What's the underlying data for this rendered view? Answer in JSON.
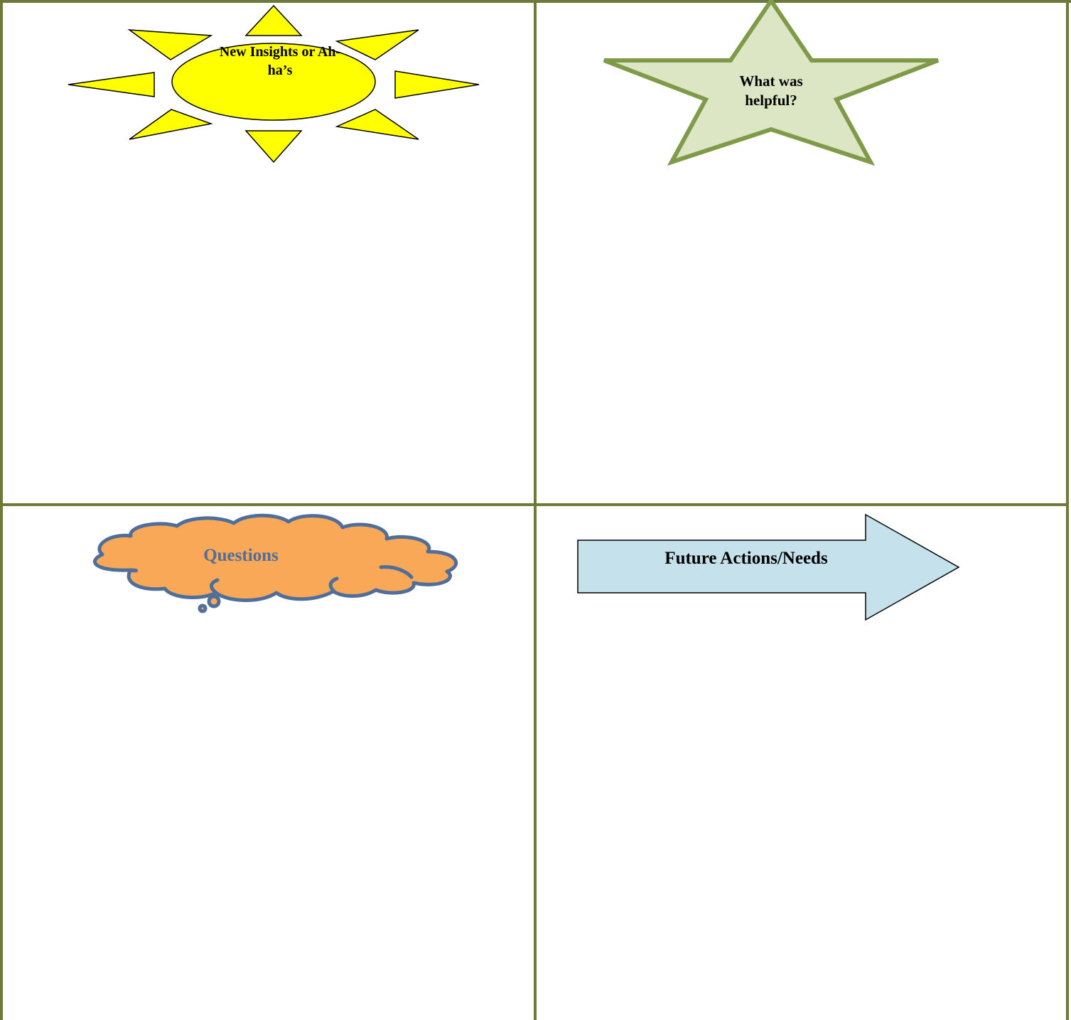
{
  "page": {
    "border_color": "#6b7a3b"
  },
  "quadrants": {
    "insights": {
      "icon": "sun-icon",
      "label": "New Insights or Ah-ha’s",
      "fill_color": "#ffff00",
      "stroke_color": "#000000"
    },
    "helpful": {
      "icon": "star-icon",
      "label": "What was helpful?",
      "fill_color": "#dce6c4",
      "stroke_color": "#7f9a48"
    },
    "questions": {
      "icon": "thought-cloud-icon",
      "label": "Questions",
      "fill_color": "#f9a857",
      "stroke_color": "#4f6f9a"
    },
    "future": {
      "icon": "right-arrow-icon",
      "label": "Future Actions/Needs",
      "fill_color": "#c5e2ec",
      "stroke_color": "#000000"
    }
  }
}
